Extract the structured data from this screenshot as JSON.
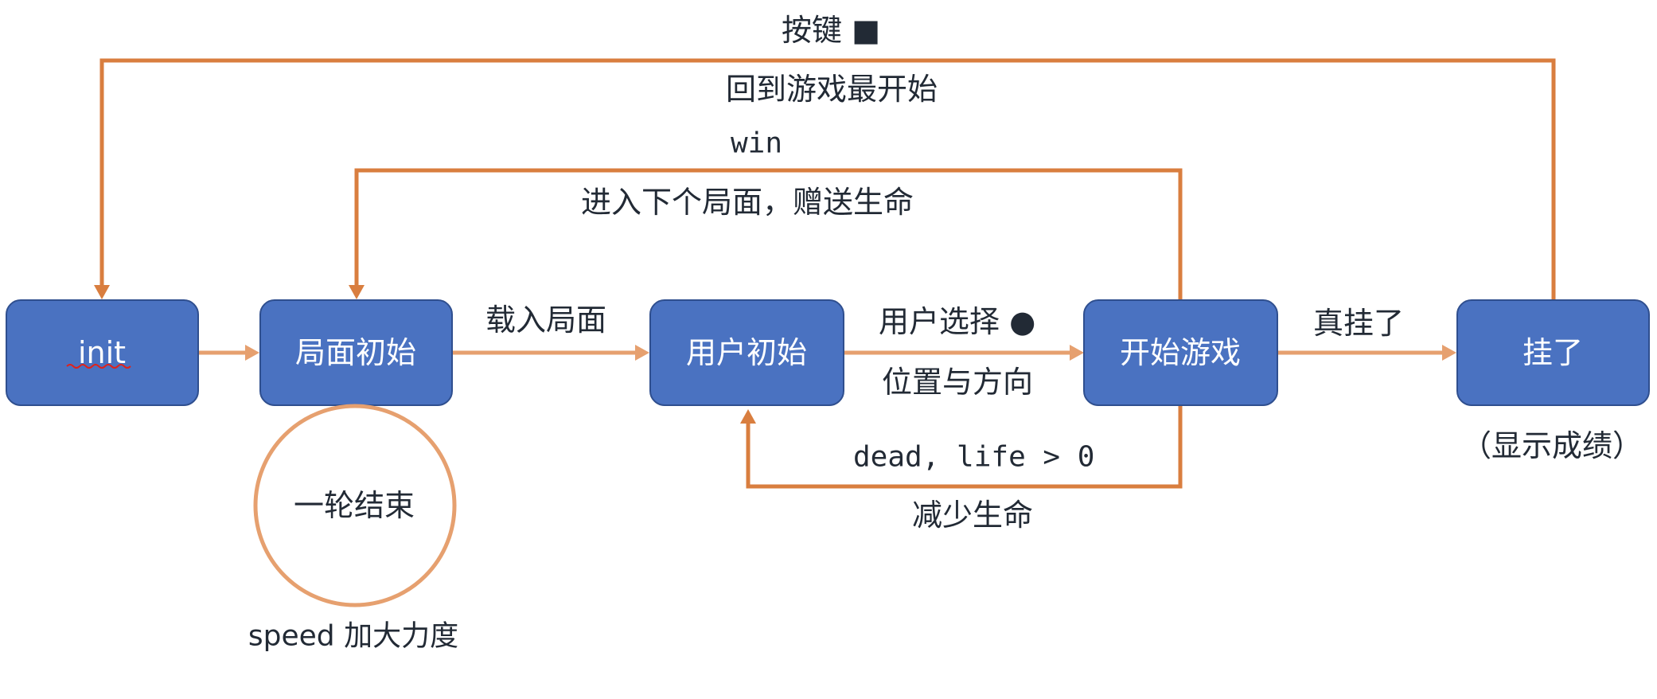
{
  "nodes": {
    "init": "init",
    "board_init": "局面初始",
    "user_init": "用户初始",
    "start_game": "开始游戏",
    "dead": "挂了",
    "round_end": "一轮结束"
  },
  "edges": {
    "press_key": "按键 ■",
    "back_to_start": "回到游戏最开始",
    "win": "win",
    "next_board": "进入下个局面，赠送生命",
    "load_board": "载入局面",
    "user_choose": "用户选择 ●",
    "position_direction": "位置与方向",
    "really_dead": "真挂了",
    "dead_life": "dead, life > 0",
    "reduce_life": "减少生命"
  },
  "notes": {
    "show_score": "（显示成绩）",
    "speed": "speed 加大力度"
  },
  "colors": {
    "node_fill": "#4a72c1",
    "edge_dark": "#d97e3f",
    "edge_light": "#e6a06f",
    "text": "#222a35"
  }
}
